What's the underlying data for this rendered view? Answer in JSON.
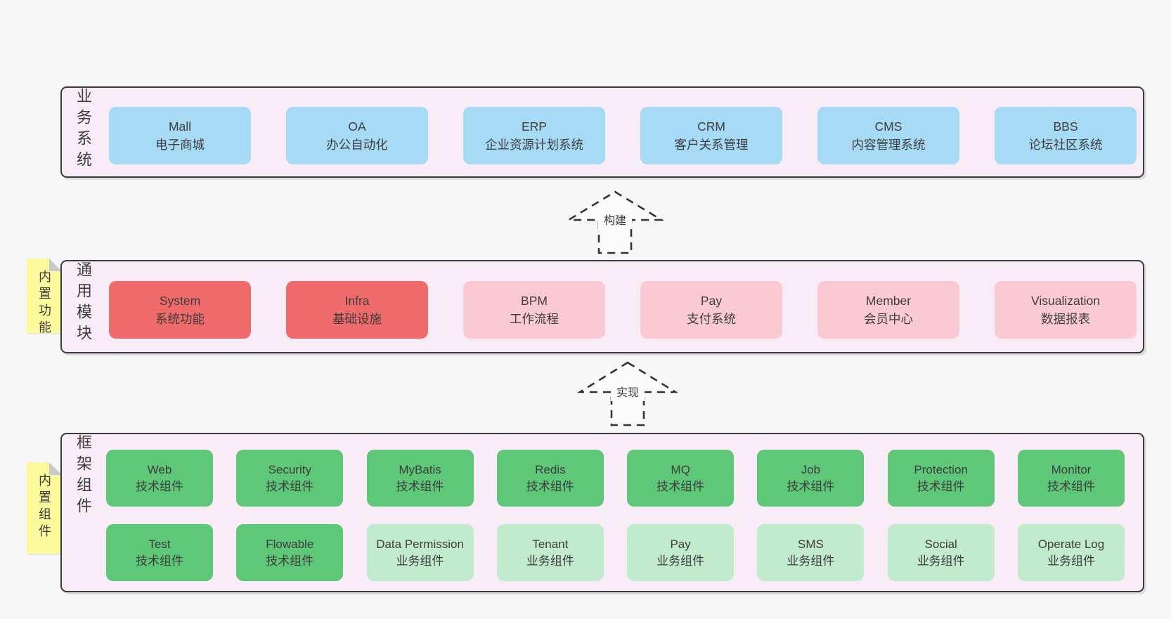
{
  "colors": {
    "page_background": "#f7f7f7",
    "panel_background": "#f8edf7",
    "panel_border": "#3b3b3b",
    "box_blue": "#a6daf5",
    "box_red": "#ef6a6b",
    "box_pink": "#fbc9d2",
    "box_green": "#5ec878",
    "box_green_light": "#c2eacd",
    "sticky_yellow": "#fbf99c",
    "sticky_fold_gray": "#c9c9c9",
    "text": "#3c3c3c"
  },
  "arrows": [
    {
      "label": "构建"
    },
    {
      "label": "实现"
    }
  ],
  "panels": [
    {
      "side_label": "业务系统",
      "rows": [
        [
          {
            "name": "Mall",
            "subtitle": "电子商城"
          },
          {
            "name": "OA",
            "subtitle": "办公自动化"
          },
          {
            "name": "ERP",
            "subtitle": "企业资源计划系统"
          },
          {
            "name": "CRM",
            "subtitle": "客户关系管理"
          },
          {
            "name": "CMS",
            "subtitle": "内容管理系统"
          },
          {
            "name": "BBS",
            "subtitle": "论坛社区系统"
          }
        ]
      ]
    },
    {
      "side_label": "通用模块",
      "sticky_label": "内置功能",
      "rows": [
        [
          {
            "name": "System",
            "subtitle": "系统功能"
          },
          {
            "name": "Infra",
            "subtitle": "基础设施"
          },
          {
            "name": "BPM",
            "subtitle": "工作流程"
          },
          {
            "name": "Pay",
            "subtitle": "支付系统"
          },
          {
            "name": "Member",
            "subtitle": "会员中心"
          },
          {
            "name": "Visualization",
            "subtitle": "数据报表"
          }
        ]
      ]
    },
    {
      "side_label": "框架组件",
      "sticky_label": "内置组件",
      "rows": [
        [
          {
            "name": "Web",
            "subtitle": "技术组件"
          },
          {
            "name": "Security",
            "subtitle": "技术组件"
          },
          {
            "name": "MyBatis",
            "subtitle": "技术组件"
          },
          {
            "name": "Redis",
            "subtitle": "技术组件"
          },
          {
            "name": "MQ",
            "subtitle": "技术组件"
          },
          {
            "name": "Job",
            "subtitle": "技术组件"
          },
          {
            "name": "Protection",
            "subtitle": "技术组件"
          },
          {
            "name": "Monitor",
            "subtitle": "技术组件"
          }
        ],
        [
          {
            "name": "Test",
            "subtitle": "技术组件"
          },
          {
            "name": "Flowable",
            "subtitle": "技术组件"
          },
          {
            "name": "Data Permission",
            "subtitle": "业务组件"
          },
          {
            "name": "Tenant",
            "subtitle": "业务组件"
          },
          {
            "name": "Pay",
            "subtitle": "业务组件"
          },
          {
            "name": "SMS",
            "subtitle": "业务组件"
          },
          {
            "name": "Social",
            "subtitle": "业务组件"
          },
          {
            "name": "Operate Log",
            "subtitle": "业务组件"
          }
        ]
      ]
    }
  ]
}
